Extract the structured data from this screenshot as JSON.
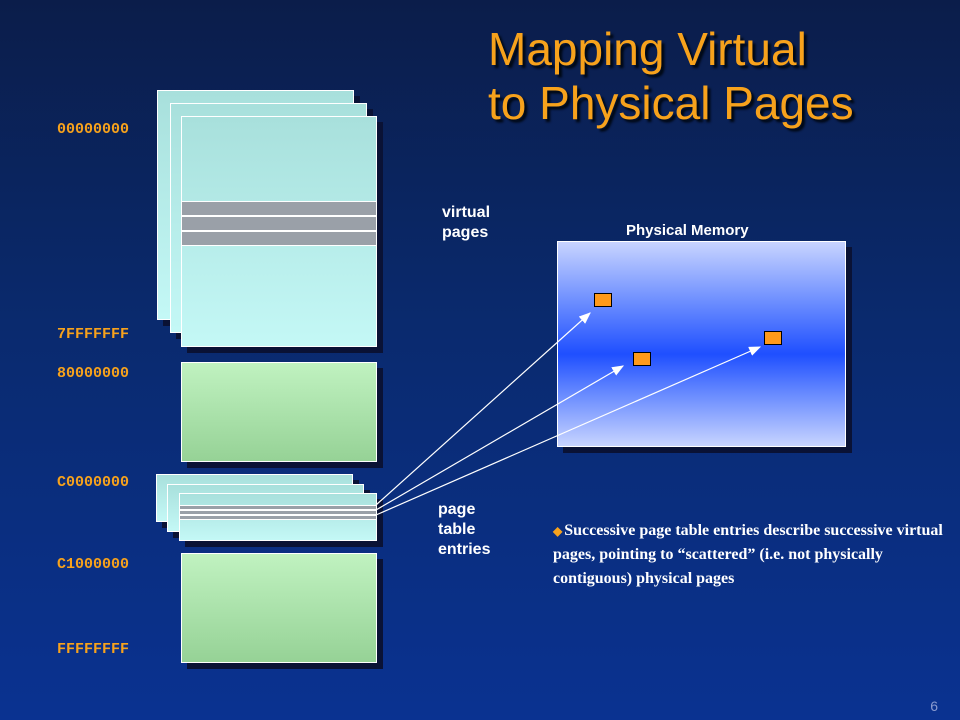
{
  "title": {
    "line1": "Mapping Virtual",
    "line2": "to Physical Pages"
  },
  "addresses": [
    "00000000",
    "7FFFFFFF",
    "80000000",
    "C0000000",
    "C1000000",
    "FFFFFFFF"
  ],
  "labels": {
    "virtual_pages": [
      "virtual",
      "pages"
    ],
    "page_table_entries": [
      "page",
      "table",
      "entries"
    ],
    "physical_memory": "Physical Memory"
  },
  "bullet": {
    "icon": "diamond-bullet-icon",
    "text": "Successive page table entries describe successive virtual pages, pointing to “scattered” (i.e. not physically contiguous) physical pages"
  },
  "page_number": "6",
  "colors": {
    "title": "#f7a21c",
    "address": "#f7a21c",
    "physical_page": "#ff9a1a",
    "user_space": "#c4f8f6",
    "system_space": "#a8dca8"
  }
}
